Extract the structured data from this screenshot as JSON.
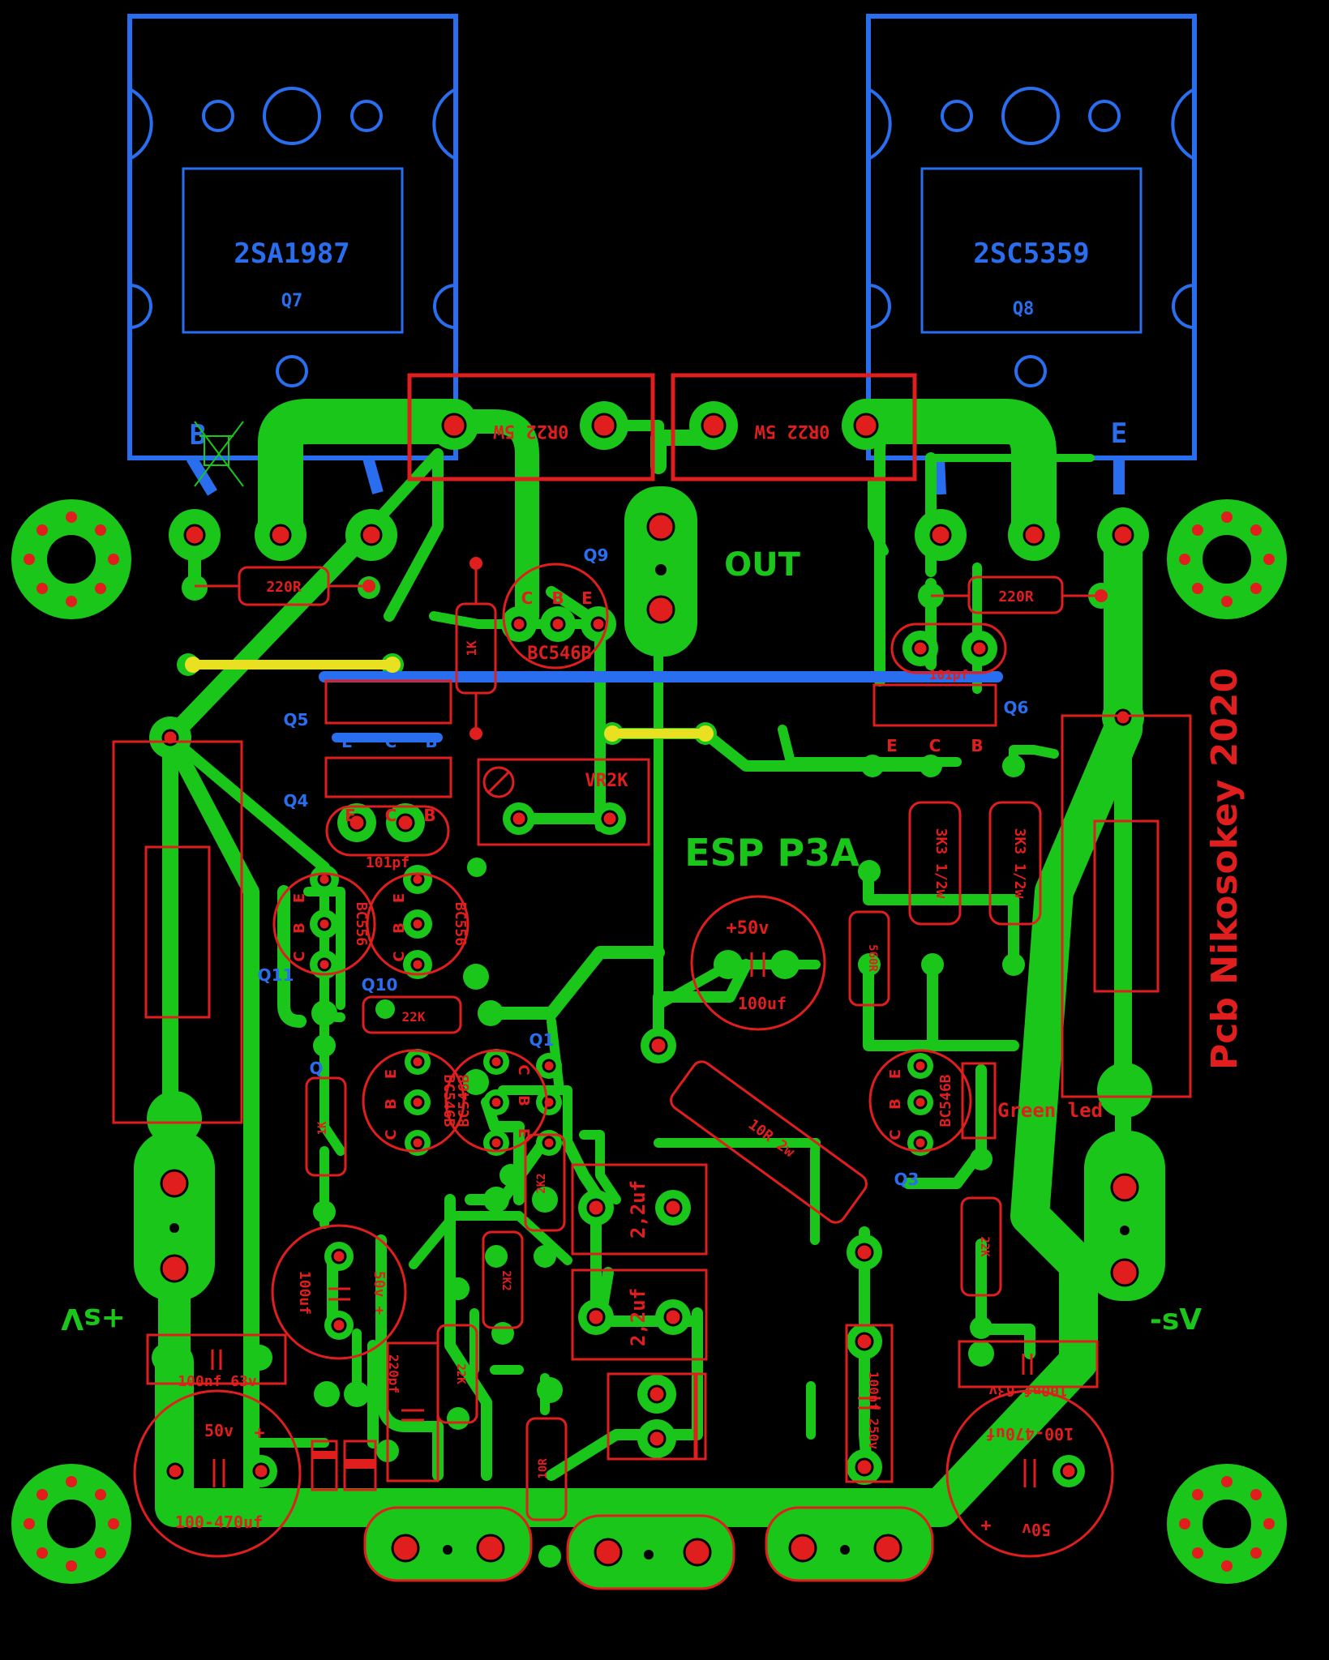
{
  "board": {
    "title": "ESP P3A",
    "credit": "Pcb Nikosokey 2020",
    "output_label": "OUT",
    "supply_pos": "+sV",
    "supply_neg": "-sV"
  },
  "colors": {
    "copper": "#19c619",
    "silk": "#e01e1e",
    "top_layer": "#2a6ef0",
    "jumper": "#e8e020",
    "background": "#000000"
  },
  "power_transistors": {
    "left": {
      "part": "2SA1987",
      "ref": "Q7",
      "pin_label": "B"
    },
    "right": {
      "part": "2SC5359",
      "ref": "Q8",
      "pin_label": "E"
    }
  },
  "emitter_resistors": {
    "left": "0R22 5W",
    "right": "0R22 5W"
  },
  "components": {
    "q9": "Q9",
    "q9_part": "BC546B",
    "q5": "Q5",
    "q4": "Q4",
    "q6": "Q6",
    "q11": "Q11",
    "q10": "Q10",
    "q1": "Q1",
    "q3": "Q3",
    "q2": "Q",
    "bc556_a": "BC556",
    "bc556_b": "BC556",
    "bc546b_a": "BC546B",
    "bc546b_b": "BC546B",
    "bc546b_c": "BC546B",
    "r_220_left": "220R",
    "r_220_right": "220R",
    "r_1k": "1K",
    "trimmer": "VR2K",
    "cap_101_left": "101pf",
    "cap_101_right": "101pf",
    "r_3k3_a": "3K3 1/2w",
    "r_3k3_b": "3K3 1/2w",
    "r_560": "560R",
    "r_22k_a": "22K",
    "r_22k_b": "22K",
    "r_22k_c": "22K",
    "r_2k2_a": "2K2",
    "r_2k2_b": "2K2",
    "r_1k_q": "1K",
    "r_10r_2w": "10R 2w",
    "r_10r": "10R",
    "cap_2u2_a": "2,2uf",
    "cap_2u2_b": "2,2uf",
    "cap_100u_mid_voltage": "+50v",
    "cap_100u_mid_value": "100uf",
    "cap_100u_left_value": "100uf",
    "cap_100u_left_voltage": "50v +",
    "cap_220pf": "220pf",
    "cap_100nf_left": "100nf 63v",
    "cap_100nf_right": "100nf 63v",
    "cap_100nf_250": "100nf 250v",
    "cap_bulk_left_voltage": "50v",
    "cap_bulk_left_plus": "+",
    "cap_bulk_left_value": "100-470uf",
    "cap_bulk_right_voltage": "50v",
    "cap_bulk_right_plus": "+",
    "cap_bulk_right_value": "100-470uf",
    "led": "Green led"
  },
  "pin_letters": {
    "ebc": [
      "E",
      "C",
      "B"
    ],
    "cbe": [
      "C",
      "B",
      "E"
    ]
  }
}
